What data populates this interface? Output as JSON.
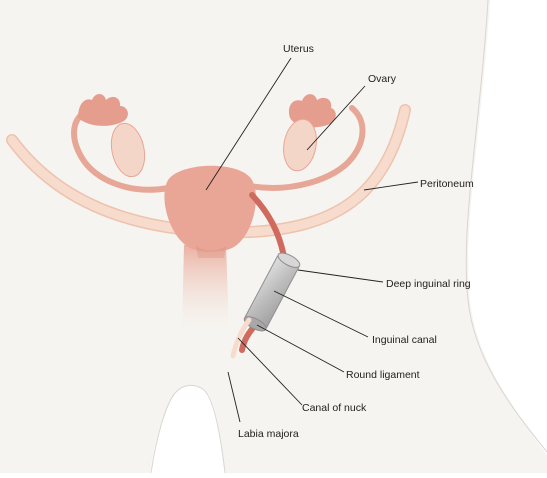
{
  "labels": {
    "uterus": "Uterus",
    "ovary": "Ovary",
    "peritoneum": "Peritoneum",
    "deep_inguinal_ring": "Deep inguinal ring",
    "inguinal_canal": "Inguinal canal",
    "round_ligament": "Round ligament",
    "canal_of_nuck": "Canal of nuck",
    "labia_majora": "Labia majora"
  },
  "colors": {
    "background": "#ffffff",
    "body_fill": "#f6f4f0",
    "body_outline": "#d9d6d1",
    "uterus": "#e9a596",
    "uterus_dark": "#d98c7c",
    "ovary": "#f3d6c8",
    "tube": "#e7a797",
    "fimbriae": "#e59e8e",
    "peritoneum": "#f7dccd",
    "peritoneum_edge": "#eec3ae",
    "round_ligament": "#cf6a5e",
    "canal_tube": "#c9c9c9",
    "leader_line": "#222222"
  }
}
